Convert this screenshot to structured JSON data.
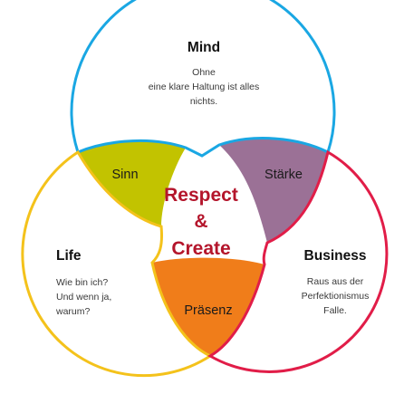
{
  "colors": {
    "mind": "#1aa7e3",
    "life": "#f4c21b",
    "business": "#e11d48",
    "sinn": "#c2c300",
    "staerke": "#9b7196",
    "praesenz": "#f07d1a",
    "center_text": "#b4152b"
  },
  "mind": {
    "title": "Mind",
    "line1": "Ohne",
    "line2": "eine klare Haltung  ist alles",
    "line3": "nichts."
  },
  "life": {
    "title": "Life",
    "line1": "Wie bin ich?",
    "line2": "Und wenn ja,",
    "line3": "warum?"
  },
  "business": {
    "title": "Business",
    "line1": "Raus aus der",
    "line2": "Perfektionismus",
    "line3": "Falle."
  },
  "petals": {
    "sinn": "Sinn",
    "staerke": "Stärke",
    "praesenz": "Präsenz"
  },
  "center": {
    "line1": "Respect",
    "line2": "&",
    "line3": "Create"
  }
}
